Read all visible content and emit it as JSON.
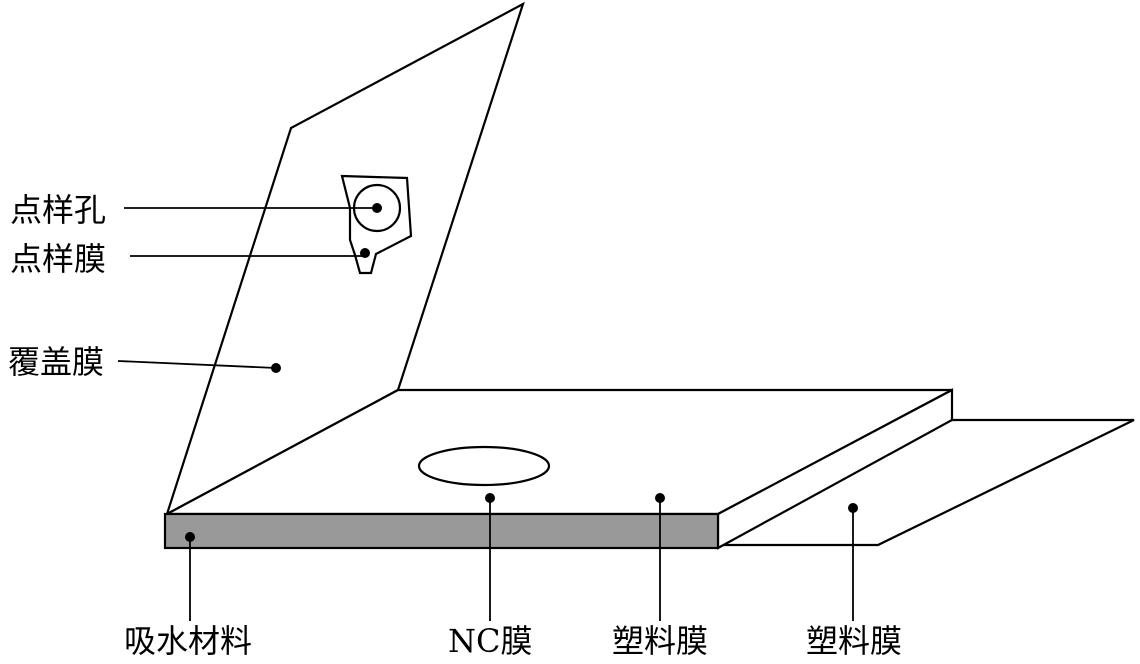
{
  "labels": {
    "sample_hole": "点样孔",
    "sample_membrane": "点样膜",
    "cover_membrane": "覆盖膜",
    "absorbent_material": "吸水材料",
    "nc_membrane": "NC膜",
    "plastic_membrane_1": "塑料膜",
    "plastic_membrane_2": "塑料膜"
  },
  "colors": {
    "absorbent_fill": "#999999",
    "stroke": "#000000",
    "background": "#ffffff"
  }
}
